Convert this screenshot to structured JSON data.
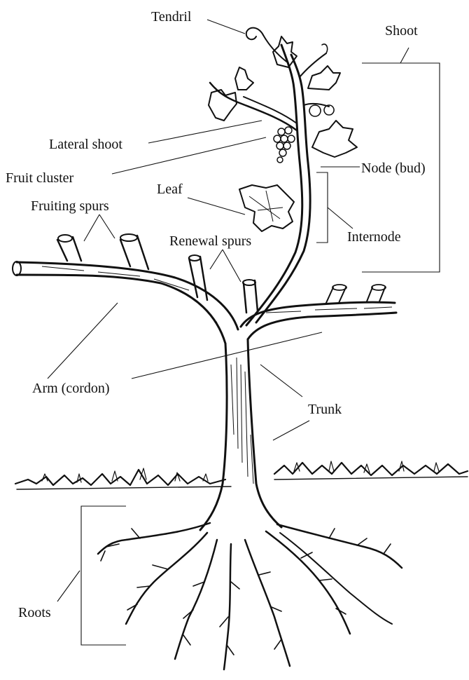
{
  "labels": {
    "tendril": "Tendril",
    "shoot": "Shoot",
    "lateral_shoot": "Lateral shoot",
    "fruit_cluster": "Fruit cluster",
    "node": "Node (bud)",
    "leaf": "Leaf",
    "fruiting_spurs": "Fruiting spurs",
    "renewal_spurs": "Renewal spurs",
    "internode": "Internode",
    "arm": "Arm (cordon)",
    "trunk": "Trunk",
    "roots": "Roots"
  }
}
